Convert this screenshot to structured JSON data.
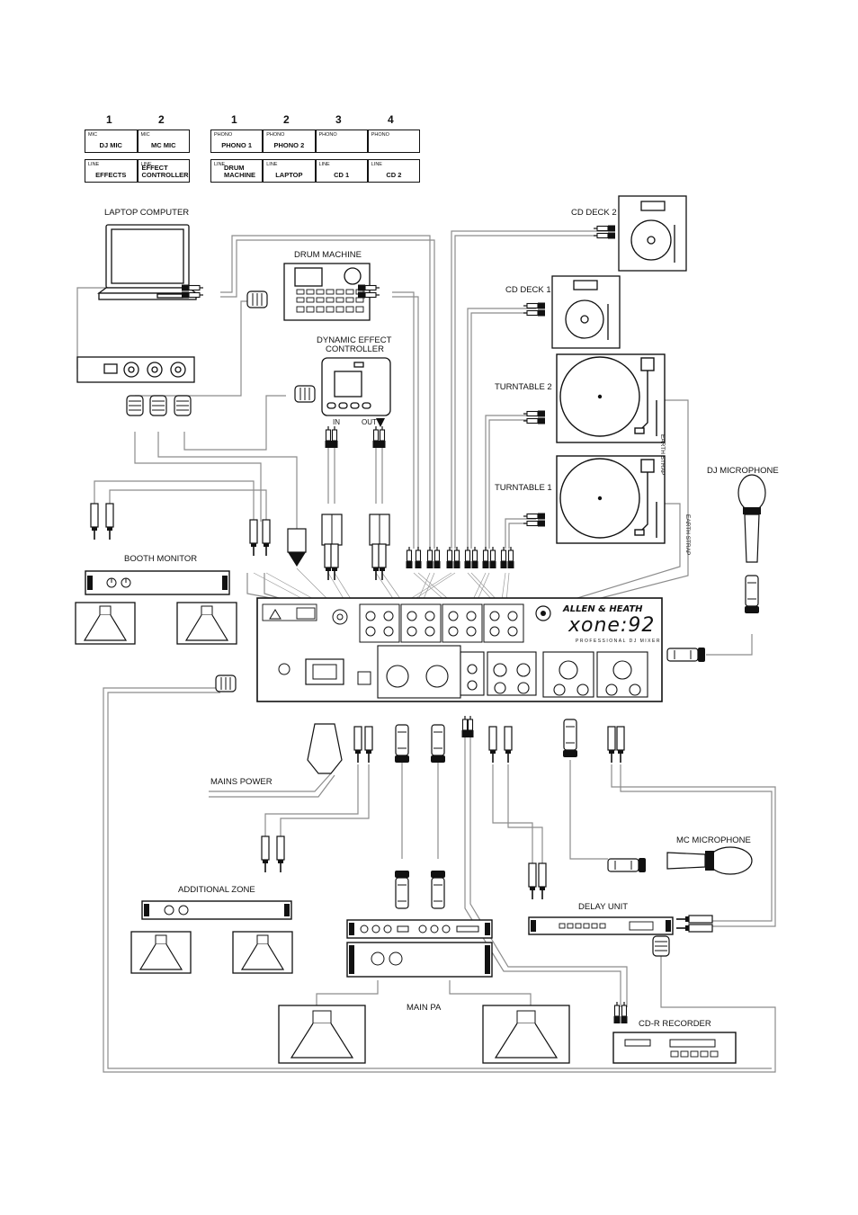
{
  "column_numbers": {
    "left": [
      "1",
      "2"
    ],
    "right": [
      "1",
      "2",
      "3",
      "4"
    ]
  },
  "channel_tables": {
    "mic": [
      {
        "type": "MIC",
        "name": "DJ MIC"
      },
      {
        "type": "MIC",
        "name": "MC MIC"
      }
    ],
    "line_left": [
      {
        "type": "LINE",
        "name": "EFFECTS"
      },
      {
        "type": "LINE",
        "name": "EFFECT CONTROLLER"
      }
    ],
    "phono": [
      {
        "type": "PHONO",
        "name": "PHONO 1"
      },
      {
        "type": "PHONO",
        "name": "PHONO 2"
      },
      {
        "type": "PHONO",
        "name": ""
      },
      {
        "type": "PHONO",
        "name": ""
      }
    ],
    "line_right": [
      {
        "type": "LINE",
        "name": "DRUM MACHINE"
      },
      {
        "type": "LINE",
        "name": "LAPTOP"
      },
      {
        "type": "LINE",
        "name": "CD 1"
      },
      {
        "type": "LINE",
        "name": "CD 2"
      }
    ]
  },
  "devices": {
    "laptop": "LAPTOP COMPUTER",
    "drum_machine": "DRUM MACHINE",
    "effect_controller_line1": "DYNAMIC EFFECT",
    "effect_controller_line2": "CONTROLLER",
    "cd_deck_2": "CD DECK 2",
    "cd_deck_1": "CD DECK 1",
    "turntable_2": "TURNTABLE 2",
    "turntable_1": "TURNTABLE 1",
    "dj_microphone": "DJ MICROPHONE",
    "booth_monitor": "BOOTH MONITOR",
    "mains_power": "MAINS POWER",
    "mc_microphone": "MC MICROPHONE",
    "additional_zone": "ADDITIONAL ZONE",
    "delay_unit": "DELAY UNIT",
    "main_pa": "MAIN PA",
    "cdr_recorder": "CD-R RECORDER"
  },
  "annotations": {
    "earth_strap": "EARTH STRAP",
    "fx_in": "IN",
    "fx_out": "OUT"
  },
  "mixer": {
    "brand": "ALLEN & HEATH",
    "model": "xone:92",
    "subtitle": "PROFESSIONAL DJ MIXER"
  },
  "colors": {
    "ink": "#111111",
    "cable_grey": "#9a9a9a",
    "background": "#ffffff"
  }
}
